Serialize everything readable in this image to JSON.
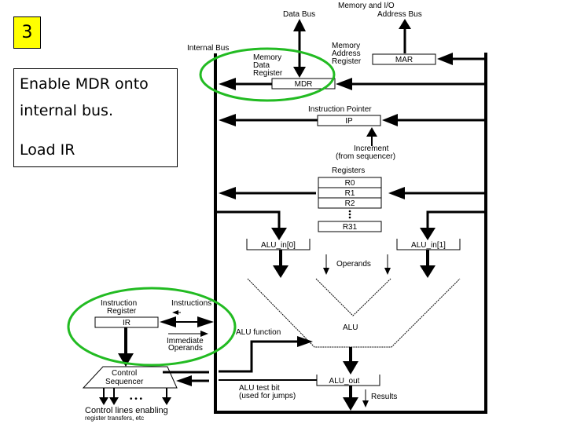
{
  "slide": {
    "step_number": "3",
    "note_lines": [
      "Enable MDR onto",
      "internal bus.",
      "Load IR"
    ]
  },
  "diagram": {
    "highlight_color": "#22bb22",
    "labels": {
      "memory_io": "Memory and I/O",
      "data_bus": "Data Bus",
      "address_bus": "Address Bus",
      "internal_bus": "Internal Bus",
      "mdr_desc_1": "Memory",
      "mdr_desc_2": "Data",
      "mdr_desc_3": "Register",
      "mar_desc_1": "Memory",
      "mar_desc_2": "Address",
      "mar_desc_3": "Register",
      "ip_desc": "Instruction  Pointer",
      "increment_1": "Increment",
      "increment_2": "(from sequencer)",
      "registers": "Registers",
      "operands": "Operands",
      "alu": "ALU",
      "alu_function": "ALU function",
      "alu_test_1": "ALU test bit",
      "alu_test_2": "(used for jumps)",
      "results": "Results",
      "ir_desc_1": "Instruction",
      "ir_desc_2": "Register",
      "instructions": "Instructions",
      "immediate_1": "Immediate",
      "immediate_2": "Operands",
      "control_1": "Control",
      "control_2": "Sequencer",
      "control_lines_1": "Control lines enabling",
      "control_lines_2": "register transfers, etc",
      "dots": "•   •   •"
    },
    "registers": {
      "mdr": "MDR",
      "mar": "MAR",
      "ip": "IP",
      "r0": "R0",
      "r1": "R1",
      "r2": "R2",
      "r31": "R31",
      "alu_in0": "ALU_in[0]",
      "alu_in1": "ALU_in[1]",
      "alu_out": "ALU_out",
      "ir": "IR"
    }
  }
}
